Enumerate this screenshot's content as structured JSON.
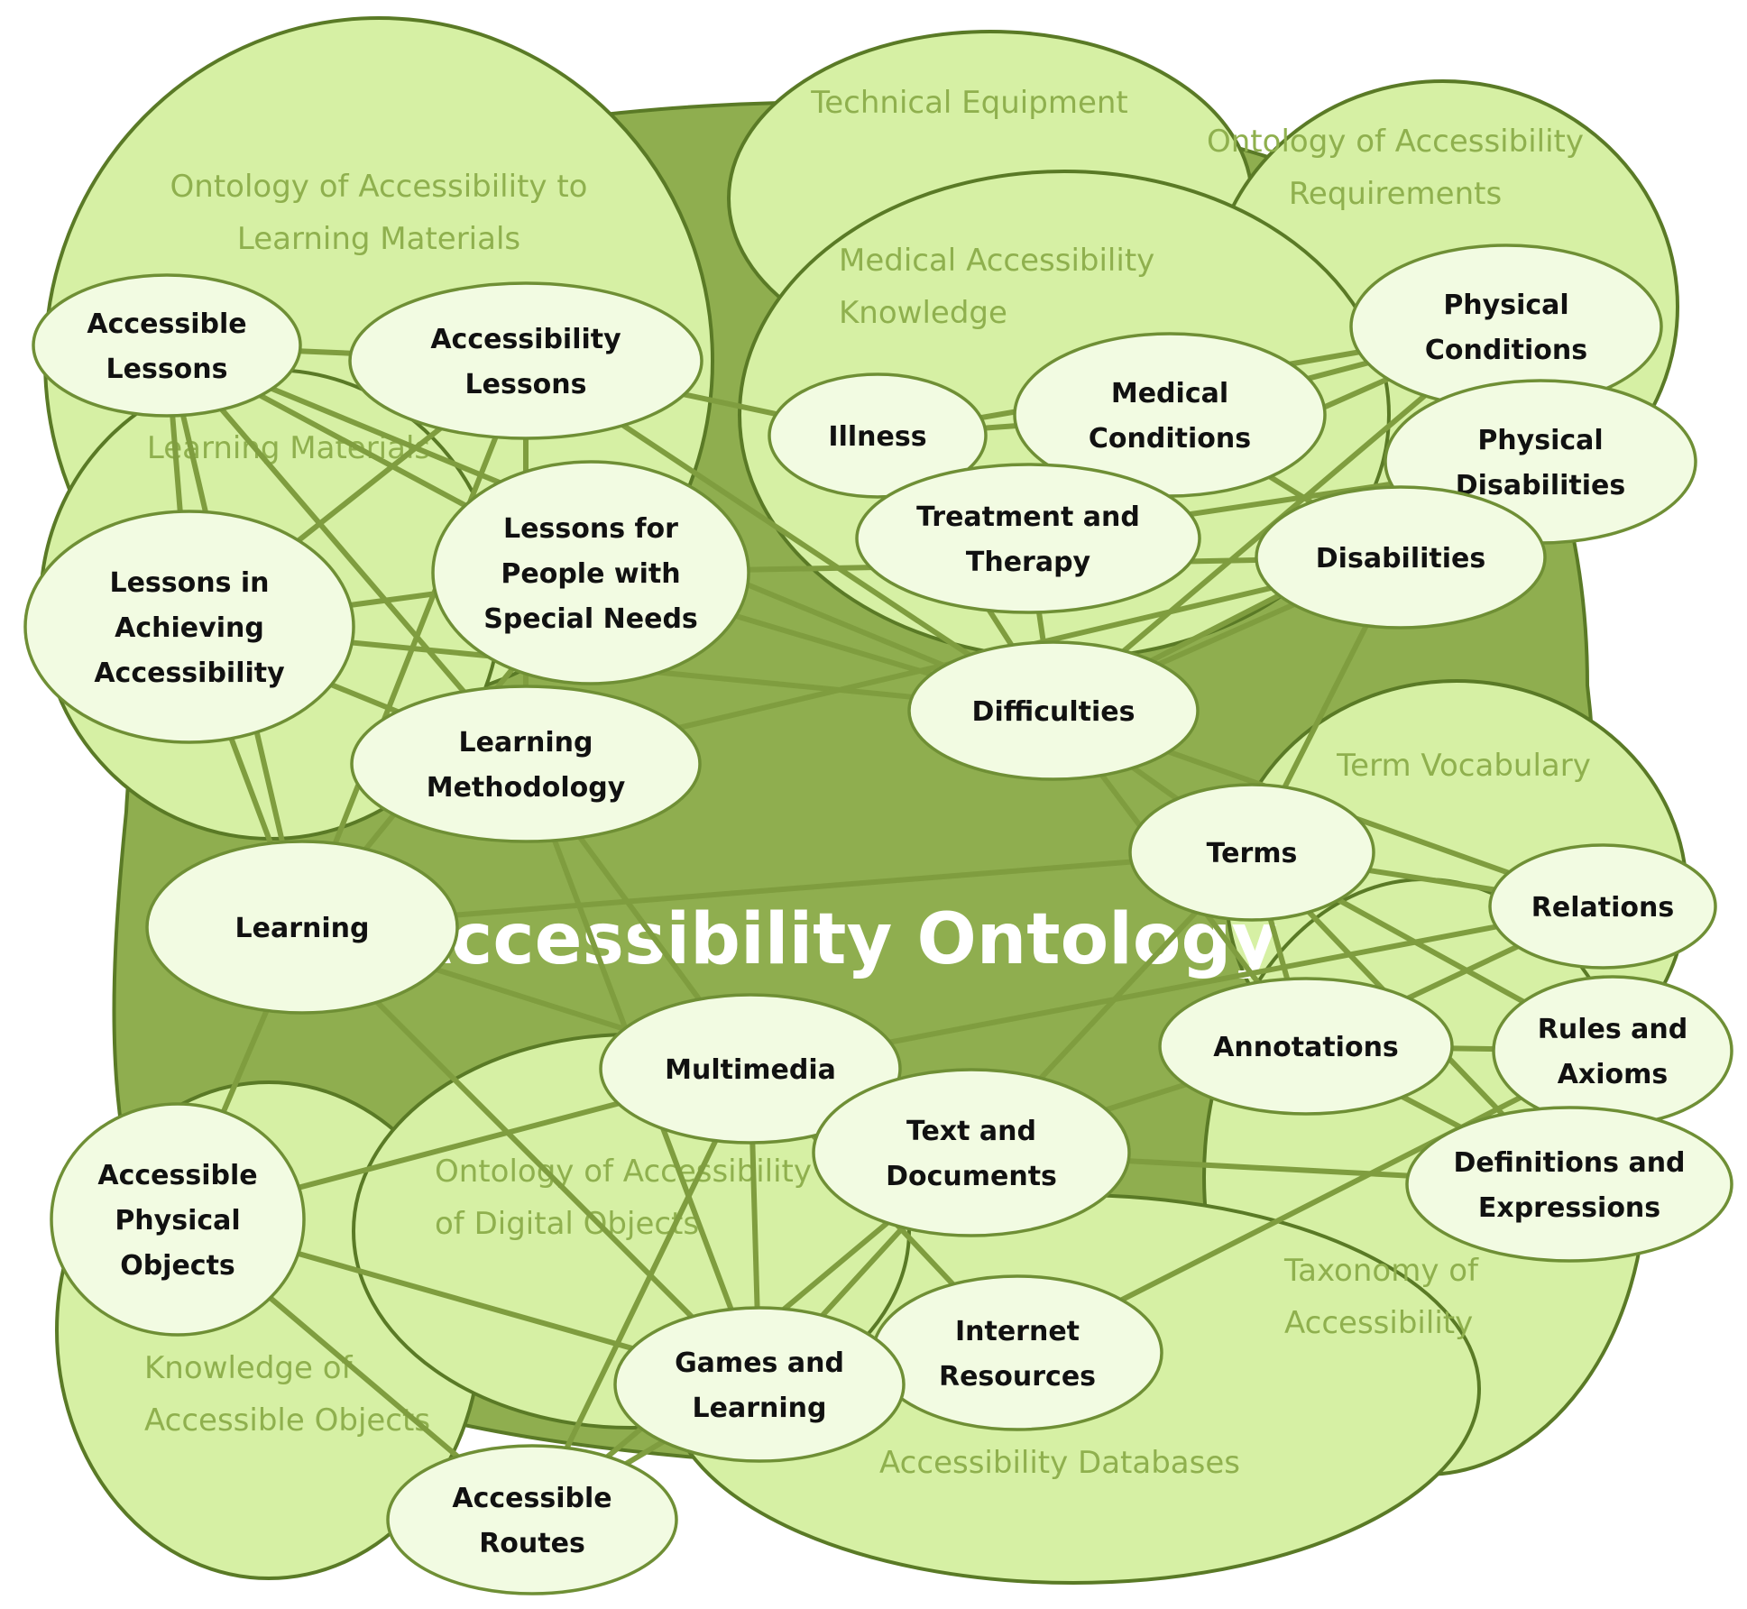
{
  "title": "Accessibility Ontology",
  "colors": {
    "background": "#ffffff",
    "core": "#8fae4f",
    "region_fill": "#d6f0a4",
    "region_stroke": "#5a7a26",
    "node_fill": "#f2fbe2",
    "node_stroke": "#6f8f35",
    "edge": "#7f9d3f",
    "region_text": "#8fb04e",
    "node_text": "#111111",
    "title_text": "#ffffff"
  },
  "regions": [
    {
      "id": "r-learning-materials-ontology",
      "lines": [
        "Ontology of Accessibility to",
        "Learning Materials"
      ]
    },
    {
      "id": "r-learning-materials",
      "lines": [
        "Learning Materials"
      ]
    },
    {
      "id": "r-technical-equipment",
      "lines": [
        "Technical Equipment"
      ]
    },
    {
      "id": "r-requirements",
      "lines": [
        "Ontology of Accessibility",
        "Requirements"
      ]
    },
    {
      "id": "r-medical",
      "lines": [
        "Medical Accessibility",
        "Knowledge"
      ]
    },
    {
      "id": "r-term-vocabulary",
      "lines": [
        "Term Vocabulary"
      ]
    },
    {
      "id": "r-taxonomy",
      "lines": [
        "Taxonomy of",
        "Accessibility"
      ]
    },
    {
      "id": "r-digital-objects",
      "lines": [
        "Ontology of Accessibility",
        "of Digital Objects"
      ]
    },
    {
      "id": "r-accessible-objects",
      "lines": [
        "Knowledge of",
        "Accessible Objects"
      ]
    },
    {
      "id": "r-databases",
      "lines": [
        "Accessibility Databases"
      ]
    }
  ],
  "nodes": [
    {
      "id": "accessible-lessons",
      "lines": [
        "Accessible",
        "Lessons"
      ]
    },
    {
      "id": "accessibility-lessons",
      "lines": [
        "Accessibility",
        "Lessons"
      ]
    },
    {
      "id": "lessons-achieving",
      "lines": [
        "Lessons in",
        "Achieving",
        "Accessibility"
      ]
    },
    {
      "id": "lessons-special-needs",
      "lines": [
        "Lessons for",
        "People with",
        "Special Needs"
      ]
    },
    {
      "id": "learning-methodology",
      "lines": [
        "Learning",
        "Methodology"
      ]
    },
    {
      "id": "learning",
      "lines": [
        "Learning"
      ]
    },
    {
      "id": "illness",
      "lines": [
        "Illness"
      ]
    },
    {
      "id": "medical-conditions",
      "lines": [
        "Medical",
        "Conditions"
      ]
    },
    {
      "id": "treatment-therapy",
      "lines": [
        "Treatment and",
        "Therapy"
      ]
    },
    {
      "id": "physical-conditions",
      "lines": [
        "Physical",
        "Conditions"
      ]
    },
    {
      "id": "physical-disabilities",
      "lines": [
        "Physical",
        "Disabilities"
      ]
    },
    {
      "id": "disabilities",
      "lines": [
        "Disabilities"
      ]
    },
    {
      "id": "difficulties",
      "lines": [
        "Difficulties"
      ]
    },
    {
      "id": "terms",
      "lines": [
        "Terms"
      ]
    },
    {
      "id": "relations",
      "lines": [
        "Relations"
      ]
    },
    {
      "id": "rules-axioms",
      "lines": [
        "Rules and",
        "Axioms"
      ]
    },
    {
      "id": "annotations",
      "lines": [
        "Annotations"
      ]
    },
    {
      "id": "definitions-expressions",
      "lines": [
        "Definitions and",
        "Expressions"
      ]
    },
    {
      "id": "multimedia",
      "lines": [
        "Multimedia"
      ]
    },
    {
      "id": "text-documents",
      "lines": [
        "Text and",
        "Documents"
      ]
    },
    {
      "id": "internet-resources",
      "lines": [
        "Internet",
        "Resources"
      ]
    },
    {
      "id": "games-learning",
      "lines": [
        "Games and",
        "Learning"
      ]
    },
    {
      "id": "accessible-physical-objects",
      "lines": [
        "Accessible",
        "Physical",
        "Objects"
      ]
    },
    {
      "id": "accessible-routes",
      "lines": [
        "Accessible",
        "Routes"
      ]
    }
  ],
  "edges": [
    [
      "accessible-lessons",
      "accessibility-lessons"
    ],
    [
      "accessible-lessons",
      "lessons-special-needs"
    ],
    [
      "accessible-lessons",
      "learning-methodology"
    ],
    [
      "accessible-lessons",
      "learning"
    ],
    [
      "accessible-lessons",
      "lessons-achieving"
    ],
    [
      "accessible-lessons",
      "difficulties"
    ],
    [
      "accessibility-lessons",
      "lessons-achieving"
    ],
    [
      "accessibility-lessons",
      "learning"
    ],
    [
      "accessibility-lessons",
      "illness"
    ],
    [
      "accessibility-lessons",
      "difficulties"
    ],
    [
      "accessibility-lessons",
      "learning-methodology"
    ],
    [
      "lessons-achieving",
      "lessons-special-needs"
    ],
    [
      "lessons-achieving",
      "learning-methodology"
    ],
    [
      "lessons-achieving",
      "learning"
    ],
    [
      "lessons-achieving",
      "difficulties"
    ],
    [
      "lessons-special-needs",
      "disabilities"
    ],
    [
      "lessons-special-needs",
      "difficulties"
    ],
    [
      "lessons-special-needs",
      "learning"
    ],
    [
      "learning-methodology",
      "disabilities"
    ],
    [
      "learning-methodology",
      "multimedia"
    ],
    [
      "learning-methodology",
      "games-learning"
    ],
    [
      "learning",
      "terms"
    ],
    [
      "learning",
      "multimedia"
    ],
    [
      "learning",
      "games-learning"
    ],
    [
      "learning",
      "accessible-physical-objects"
    ],
    [
      "illness",
      "medical-conditions"
    ],
    [
      "illness",
      "physical-conditions"
    ],
    [
      "illness",
      "difficulties"
    ],
    [
      "medical-conditions",
      "physical-conditions"
    ],
    [
      "medical-conditions",
      "treatment-therapy"
    ],
    [
      "medical-conditions",
      "disabilities"
    ],
    [
      "treatment-therapy",
      "physical-conditions"
    ],
    [
      "treatment-therapy",
      "physical-disabilities"
    ],
    [
      "treatment-therapy",
      "difficulties"
    ],
    [
      "physical-conditions",
      "difficulties"
    ],
    [
      "physical-disabilities",
      "difficulties"
    ],
    [
      "disabilities",
      "difficulties"
    ],
    [
      "disabilities",
      "terms"
    ],
    [
      "difficulties",
      "terms"
    ],
    [
      "difficulties",
      "relations"
    ],
    [
      "difficulties",
      "annotations"
    ],
    [
      "terms",
      "relations"
    ],
    [
      "terms",
      "rules-axioms"
    ],
    [
      "terms",
      "definitions-expressions"
    ],
    [
      "terms",
      "annotations"
    ],
    [
      "terms",
      "text-documents"
    ],
    [
      "relations",
      "multimedia"
    ],
    [
      "relations",
      "annotations"
    ],
    [
      "annotations",
      "rules-axioms"
    ],
    [
      "annotations",
      "definitions-expressions"
    ],
    [
      "annotations",
      "text-documents"
    ],
    [
      "rules-axioms",
      "internet-resources"
    ],
    [
      "definitions-expressions",
      "text-documents"
    ],
    [
      "multimedia",
      "accessible-physical-objects"
    ],
    [
      "multimedia",
      "games-learning"
    ],
    [
      "multimedia",
      "text-documents"
    ],
    [
      "text-documents",
      "games-learning"
    ],
    [
      "text-documents",
      "accessible-routes"
    ],
    [
      "internet-resources",
      "games-learning"
    ],
    [
      "internet-resources",
      "multimedia"
    ],
    [
      "games-learning",
      "accessible-physical-objects"
    ],
    [
      "games-learning",
      "accessible-routes"
    ],
    [
      "accessible-physical-objects",
      "accessible-routes"
    ],
    [
      "accessible-routes",
      "multimedia"
    ]
  ]
}
